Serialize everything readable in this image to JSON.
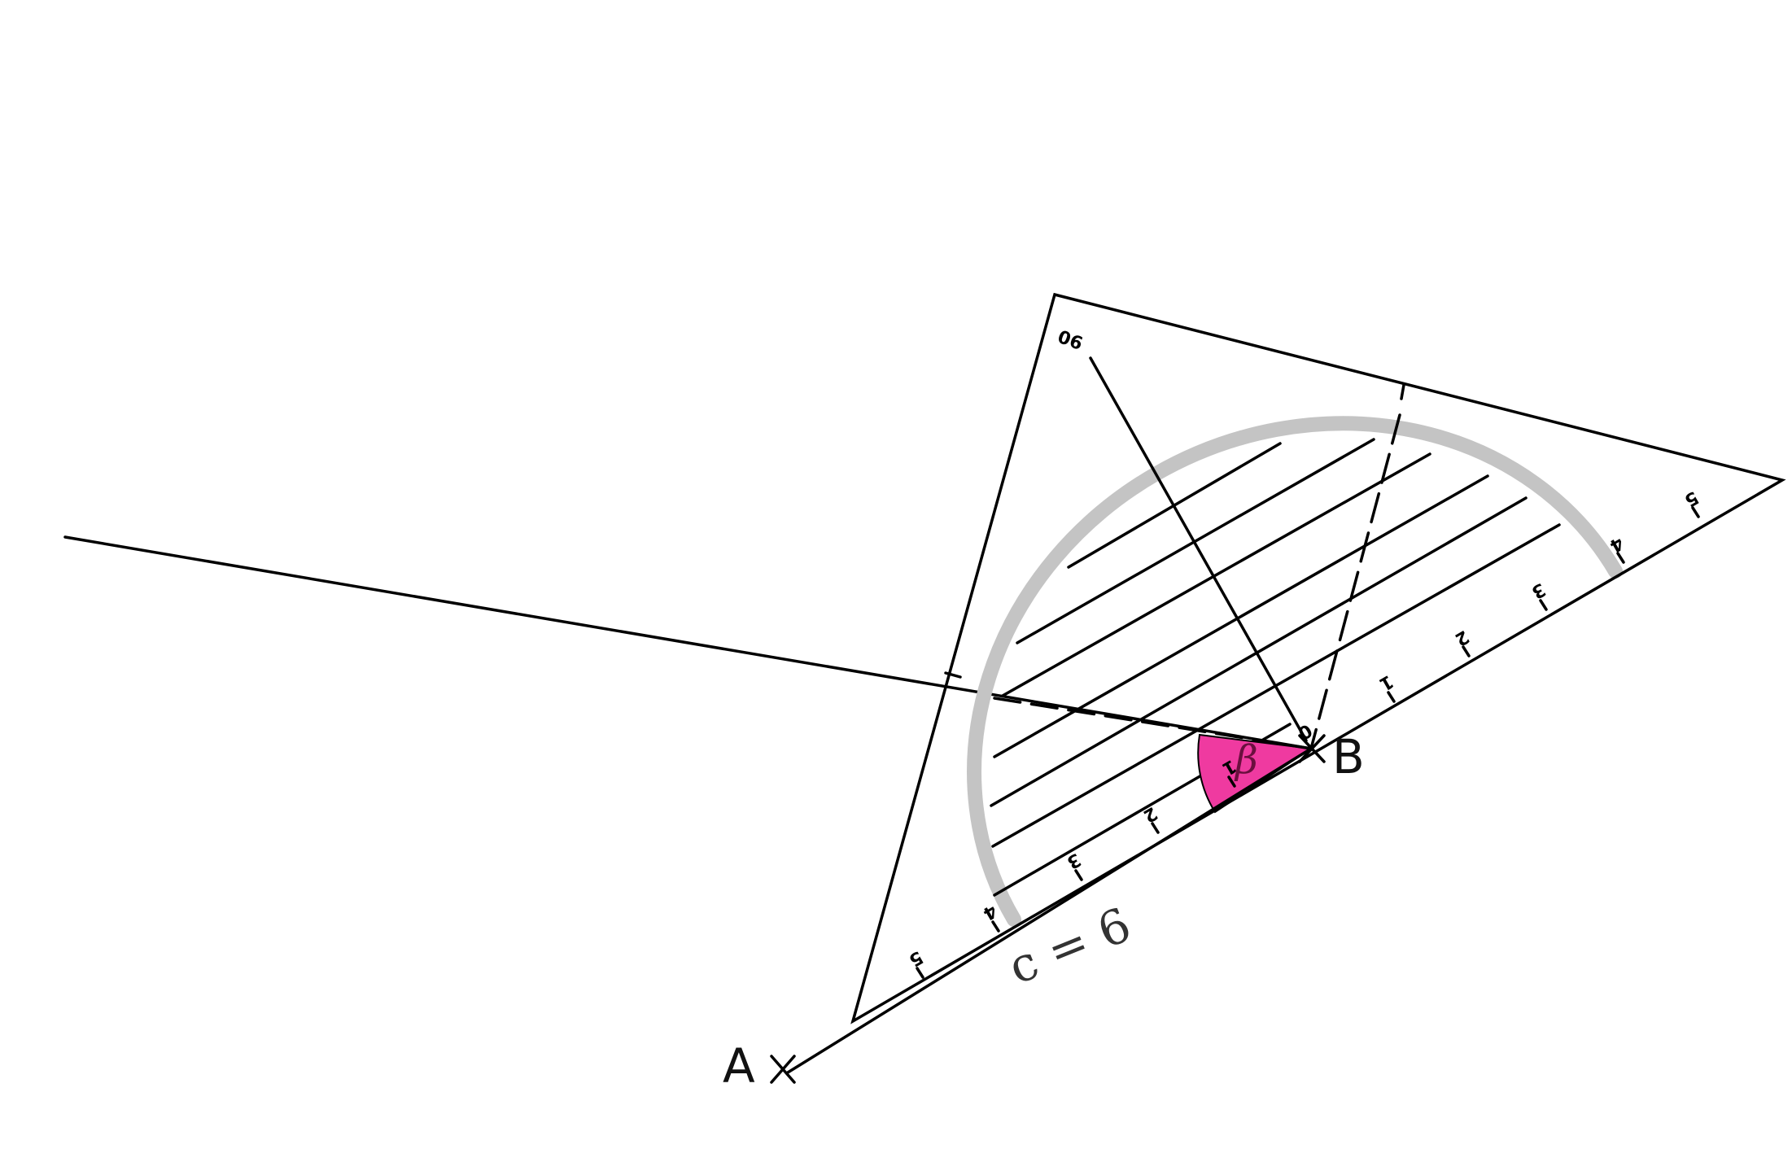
{
  "labels": {
    "point_a": "A",
    "point_b": "B",
    "side_c": "c = 6",
    "angle": "β",
    "set_square_top": "90"
  },
  "ruler_scale": {
    "near_side": [
      "5",
      "4",
      "3",
      "2",
      "1",
      "0"
    ],
    "far_side": [
      "1",
      "2",
      "3",
      "4",
      "5"
    ]
  },
  "colors": {
    "angle_fill": "#ef3aa0",
    "protractor_arc": "#c4c4c4",
    "ink": "#000000"
  }
}
